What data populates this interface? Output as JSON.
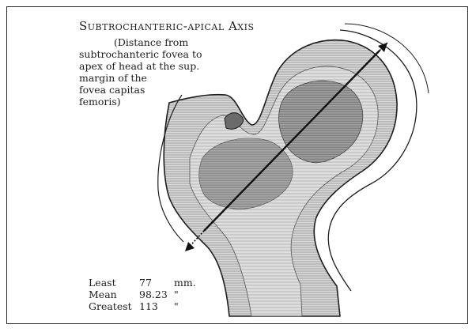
{
  "figure": {
    "title": "Subtrochanteric-apical Axis",
    "caption_lines": [
      "(Distance from",
      "subtrochanteric fovea to",
      "apex of head at the sup.",
      "margin of the",
      "fovea capitas",
      "femoris)"
    ],
    "stats": [
      {
        "label": "Least",
        "value": "77",
        "unit": "mm."
      },
      {
        "label": "Mean",
        "value": "98.23",
        "unit": "\""
      },
      {
        "label": "Greatest",
        "value": "113",
        "unit": "\""
      }
    ]
  },
  "colors": {
    "ink": "#1d1d1d",
    "shade_light": "#cfcfcf",
    "shade_mid": "#9a9a9a",
    "shade_dark": "#6e6e6e",
    "frame": "#2a2a2a"
  }
}
